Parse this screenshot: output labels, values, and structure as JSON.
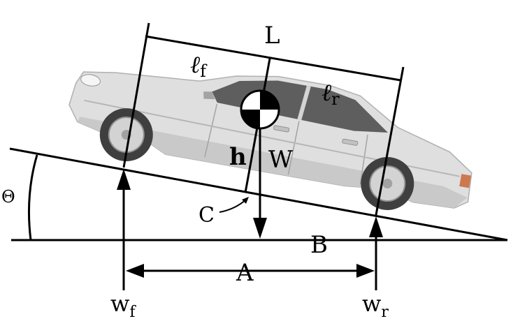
{
  "labels": {
    "L": "L",
    "lf_main": "ℓ",
    "lf_sub": "f",
    "lr_main": "ℓ",
    "lr_sub": "r",
    "h": "h",
    "W": "W",
    "C": "C",
    "B": "B",
    "A": "A",
    "theta": "Θ",
    "wf_main": "w",
    "wf_sub": "f",
    "wr_main": "w",
    "wr_sub": "r"
  },
  "colors": {
    "ink": "#000000",
    "car_body": "#dcdcdc",
    "car_shade": "#bdbdbd",
    "glass": "#4d4d4d",
    "tire": "#2b2b2b",
    "rim": "#cfcfcf",
    "tail_light": "#c76b3c"
  },
  "icons": {
    "center_of_gravity": "cg-marker-icon"
  }
}
